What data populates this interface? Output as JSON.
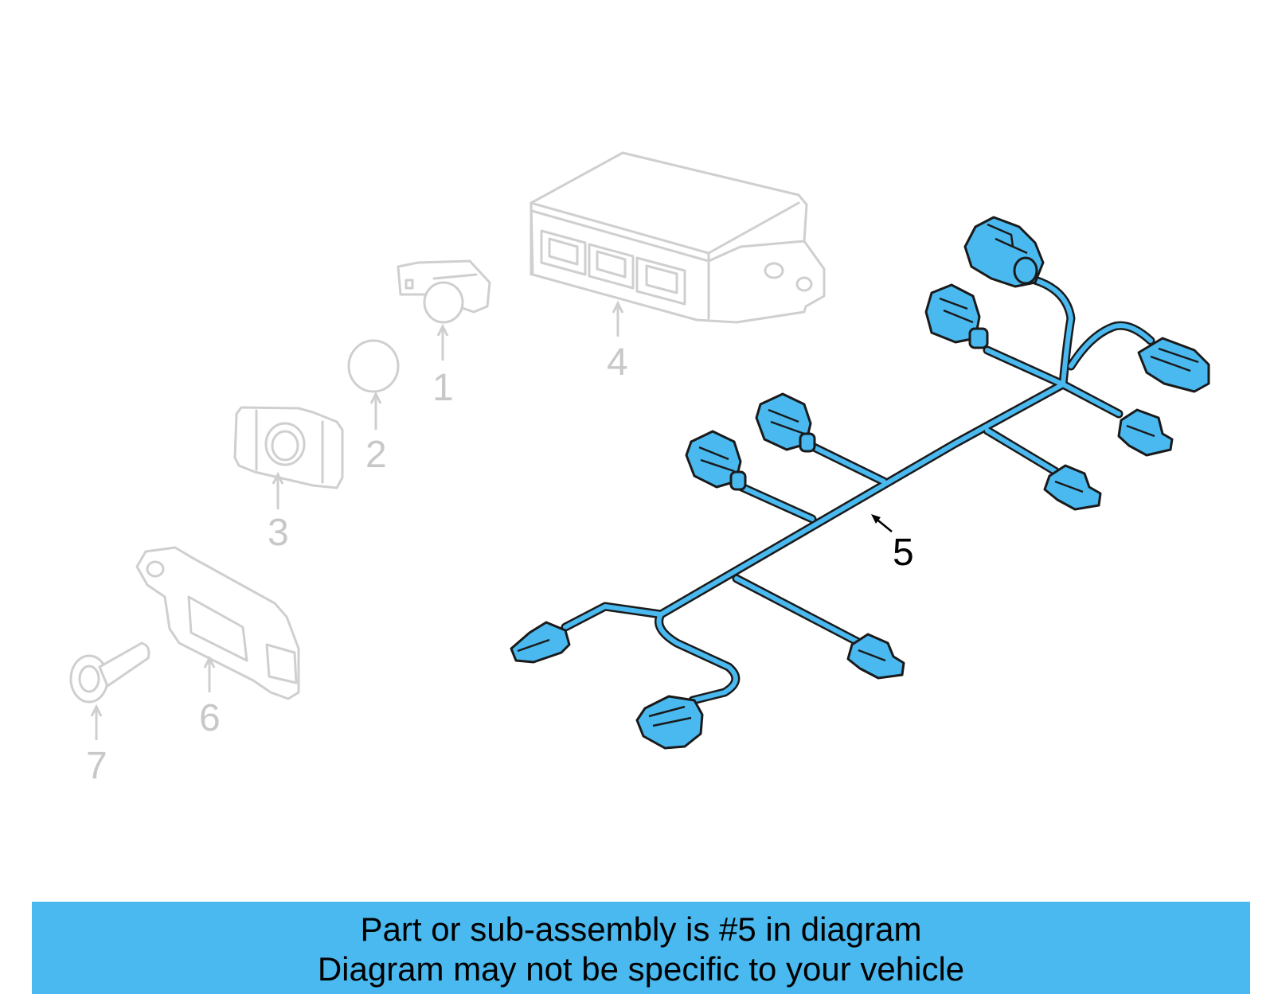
{
  "callouts": {
    "c1": "1",
    "c2": "2",
    "c3": "3",
    "c4": "4",
    "c5": "5",
    "c6": "6",
    "c7": "7"
  },
  "highlight_part": "5",
  "colors": {
    "highlight": "#4ab9ef",
    "ghost": "#cfcfcf",
    "banner": "#4ab9ef"
  },
  "banner": {
    "line1": "Part or sub-assembly is #5 in diagram",
    "line2": "Diagram may not be specific to your vehicle"
  }
}
